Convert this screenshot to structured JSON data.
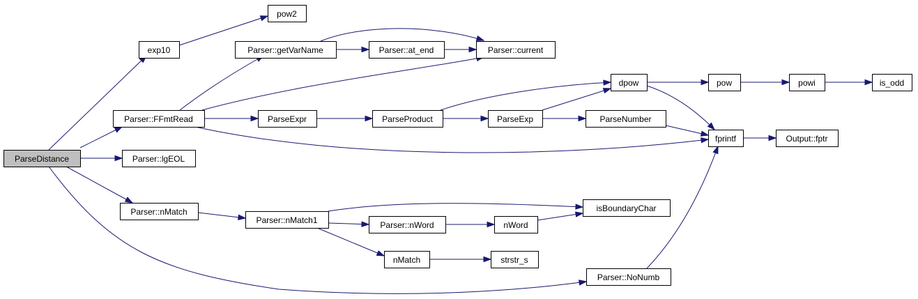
{
  "graph": {
    "root": "ParseDistance",
    "nodes": [
      {
        "id": "ParseDistance",
        "label": "ParseDistance"
      },
      {
        "id": "exp10",
        "label": "exp10"
      },
      {
        "id": "pow2",
        "label": "pow2"
      },
      {
        "id": "FFmtRead",
        "label": "Parser::FFmtRead"
      },
      {
        "id": "getVarName",
        "label": "Parser::getVarName"
      },
      {
        "id": "at_end",
        "label": "Parser::at_end"
      },
      {
        "id": "current",
        "label": "Parser::current"
      },
      {
        "id": "ParseExpr",
        "label": "ParseExpr"
      },
      {
        "id": "ParseProduct",
        "label": "ParseProduct"
      },
      {
        "id": "ParseExp",
        "label": "ParseExp"
      },
      {
        "id": "ParseNumber",
        "label": "ParseNumber"
      },
      {
        "id": "dpow",
        "label": "dpow"
      },
      {
        "id": "pow",
        "label": "pow"
      },
      {
        "id": "powi",
        "label": "powi"
      },
      {
        "id": "is_odd",
        "label": "is_odd"
      },
      {
        "id": "fprintf",
        "label": "fprintf"
      },
      {
        "id": "fptr",
        "label": "Output::fptr"
      },
      {
        "id": "lgEOL",
        "label": "Parser::lgEOL"
      },
      {
        "id": "nMatchP",
        "label": "Parser::nMatch"
      },
      {
        "id": "nMatch1",
        "label": "Parser::nMatch1"
      },
      {
        "id": "nWordP",
        "label": "Parser::nWord"
      },
      {
        "id": "nWord",
        "label": "nWord"
      },
      {
        "id": "isBoundaryChar",
        "label": "isBoundaryChar"
      },
      {
        "id": "nMatch",
        "label": "nMatch"
      },
      {
        "id": "strstr_s",
        "label": "strstr_s"
      },
      {
        "id": "NoNumb",
        "label": "Parser::NoNumb"
      }
    ]
  }
}
